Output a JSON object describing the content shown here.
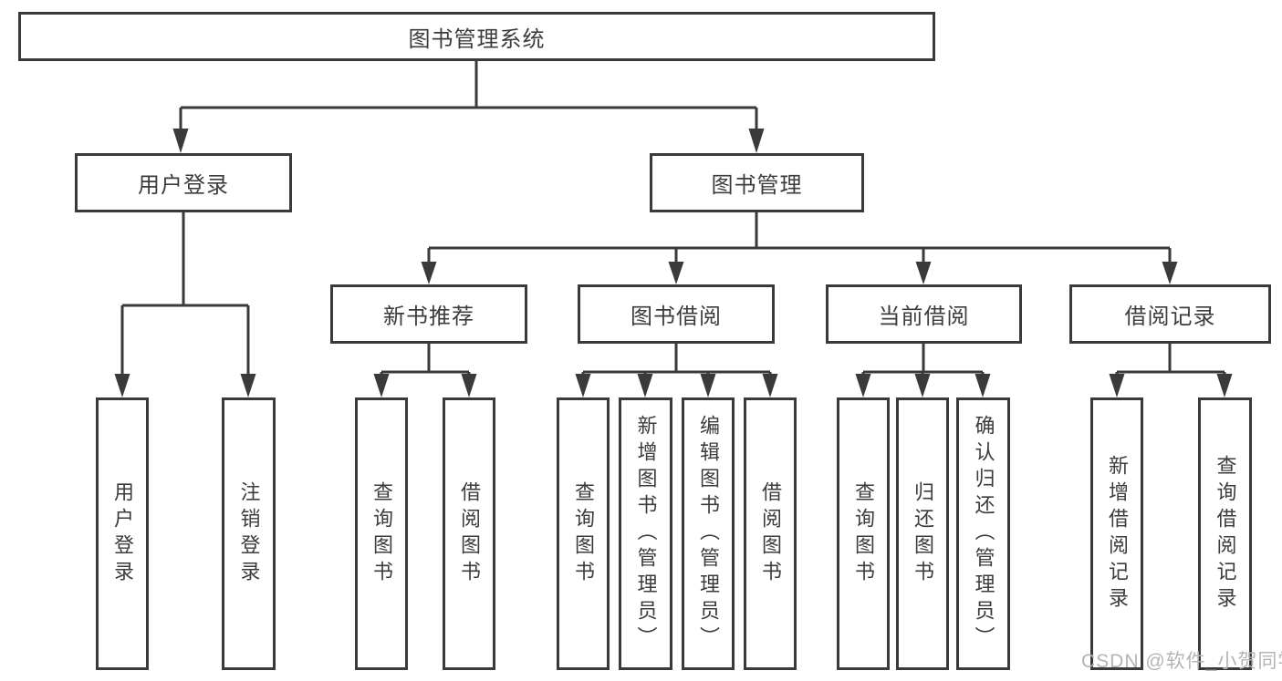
{
  "tree": {
    "root": "图书管理系统",
    "branches": [
      {
        "label": "用户登录",
        "children": [
          "用户登录",
          "注销登录"
        ]
      },
      {
        "label": "图书管理",
        "groups": [
          {
            "label": "新书推荐",
            "children": [
              "查询图书",
              "借阅图书"
            ]
          },
          {
            "label": "图书借阅",
            "children": [
              "查询图书",
              "新增图书（管理员）",
              "编辑图书（管理员）",
              "借阅图书"
            ]
          },
          {
            "label": "当前借阅",
            "children": [
              "查询图书",
              "归还图书",
              "确认归还（管理员）"
            ]
          },
          {
            "label": "借阅记录",
            "children": [
              "新增借阅记录",
              "查询借阅记录"
            ]
          }
        ]
      }
    ]
  },
  "watermark": {
    "text": "CSDN @软件_小贺同学"
  },
  "colors": {
    "line": "#3a3a3a",
    "text": "#3c3c3c",
    "watermark": "#b4b4b8",
    "background": "#ffffff"
  }
}
